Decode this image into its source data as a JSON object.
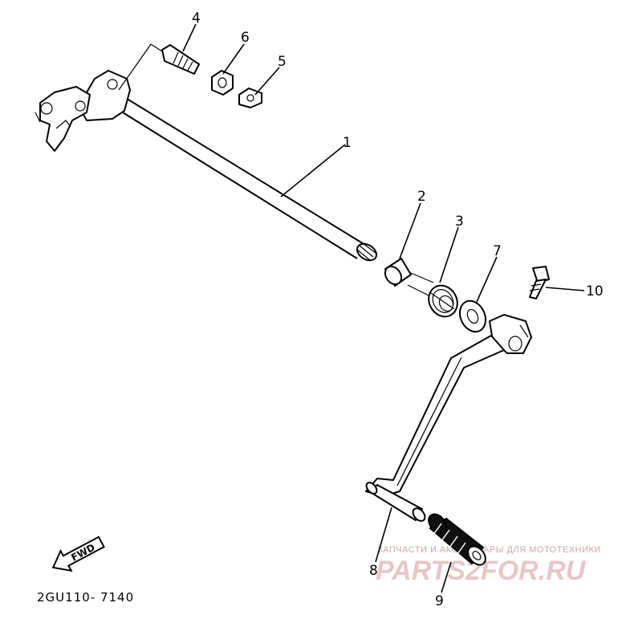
{
  "callouts": [
    {
      "id": "1",
      "label": "1"
    },
    {
      "id": "2",
      "label": "2"
    },
    {
      "id": "3",
      "label": "3"
    },
    {
      "id": "4",
      "label": "4"
    },
    {
      "id": "5",
      "label": "5"
    },
    {
      "id": "6",
      "label": "6"
    },
    {
      "id": "7",
      "label": "7"
    },
    {
      "id": "8",
      "label": "8"
    },
    {
      "id": "9",
      "label": "9"
    },
    {
      "id": "10",
      "label": "10"
    }
  ],
  "fwd_label": "FWD",
  "part_code": "2GU110- 7140",
  "watermark": {
    "tagline": "ЗАПЧАСТИ И АКСЕССУАРЫ ДЛЯ МОТОТЕХНИКИ",
    "brand": "PARTS2FOR.RU",
    "color": "#e7c6c6"
  }
}
